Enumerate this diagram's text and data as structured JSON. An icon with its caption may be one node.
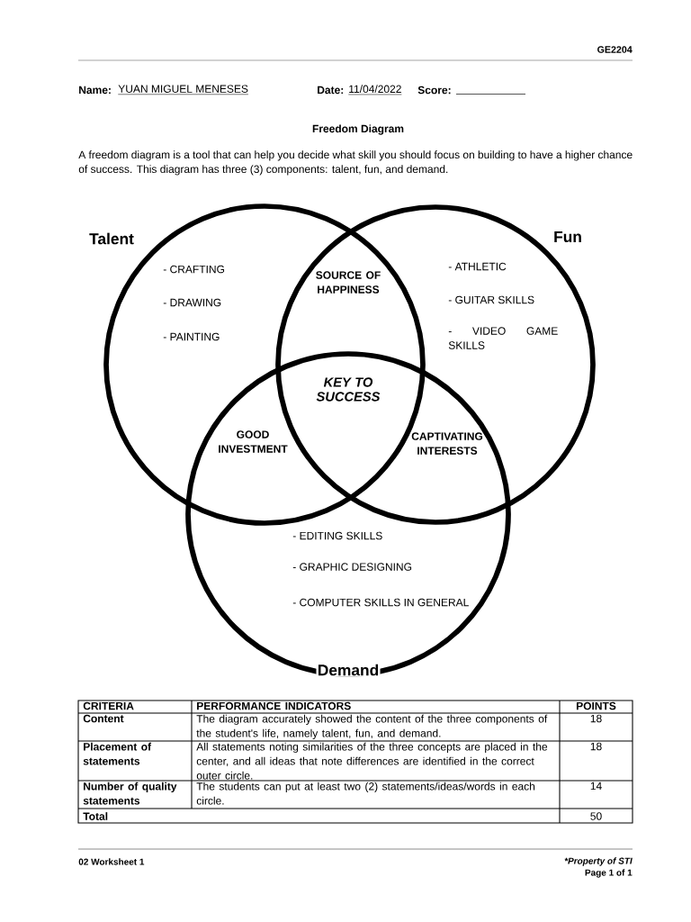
{
  "diagram": {
    "title": "Freedom Diagram",
    "nodes": [
      {
        "text": [
          "Talent",
          "- CRAFTING",
          "- DRAWING",
          "- PAINTING"
        ]
      },
      {
        "text": [
          "Fun",
          "- ATHLETIC",
          "- GUITAR SKILLS",
          "- VIDEO GAME SKILLS"
        ]
      },
      {
        "text": [
          "- EDITING SKILLS",
          "- GRAPHIC DESIGNING",
          "- COMPUTER SKILLS IN GENERAL",
          "Demand"
        ]
      }
    ],
    "edges": [],
    "labels": [
      "GE2204",
      "Name:",
      "YUAN MIGUEL MENESES",
      "Date:",
      "11/04/2022",
      "Score:",
      "A freedom diagram is a tool that can help you decide what skill you should focus on building to have a higher chance of success. This diagram has three (3) components: talent, fun, and demand.",
      "SOURCE OF HAPPINESS",
      "KEY TO SUCCESS",
      "GOOD INVESTMENT",
      "CAPTIVATING INTERESTS",
      "CRITERIA",
      "PERFORMANCE INDICATORS",
      "POINTS",
      "Content",
      "The diagram accurately showed the content of the three components of the student's life, namely talent, fun, and demand.",
      "18",
      "Placement of statements",
      "All statements noting similarities of the three concepts are placed in the center, and all ideas that note differences are identified in the correct outer circle.",
      "18",
      "Number of quality statements",
      "The students can put at least two (2) statements/ideas/words in each circle.",
      "14",
      "Total",
      "50",
      "02 Worksheet 1",
      "*Property of STI",
      "Page 1 of 1"
    ]
  }
}
